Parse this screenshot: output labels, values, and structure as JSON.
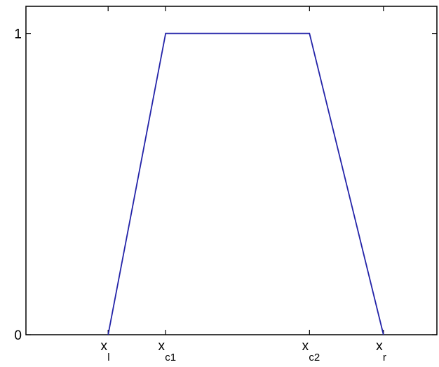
{
  "chart_data": {
    "type": "line",
    "title": "",
    "xlabel": "",
    "ylabel": "",
    "xlim": [
      0,
      10
    ],
    "ylim": [
      0,
      1.09
    ],
    "grid": false,
    "legend": "none",
    "line_color": "#2323a8",
    "axes_color": "#000000",
    "background": "#ffffff",
    "series": [
      {
        "x": [
          2,
          3.4,
          6.9,
          8.7
        ],
        "y": [
          0,
          1,
          1,
          0
        ]
      }
    ],
    "x_ticks": [
      {
        "value": 2,
        "main": "x",
        "sub": "l"
      },
      {
        "value": 3.4,
        "main": "x",
        "sub": "c1"
      },
      {
        "value": 6.9,
        "main": "x",
        "sub": "c2"
      },
      {
        "value": 8.7,
        "main": "x",
        "sub": "r"
      }
    ],
    "y_ticks": [
      {
        "value": 0,
        "label": "0"
      },
      {
        "value": 1,
        "label": "1"
      }
    ]
  }
}
